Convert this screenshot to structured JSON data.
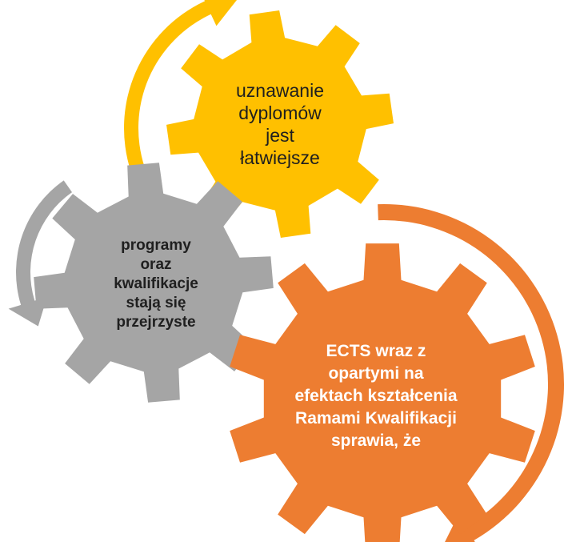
{
  "colors": {
    "yellow": "#FFC000",
    "gray": "#A5A5A5",
    "orange": "#ED7D31",
    "dark_text": "#1F1F1F",
    "light_text": "#FFFFFF"
  },
  "gears": {
    "yellow": {
      "color_key": "yellow",
      "lines": [
        "uznawanie",
        "dyplomów",
        "jest",
        "łatwiejsze"
      ]
    },
    "gray": {
      "color_key": "gray",
      "lines": [
        "programy",
        "oraz",
        "kwalifikacje",
        "stają się",
        "przejrzyste"
      ]
    },
    "orange": {
      "color_key": "orange",
      "lines": [
        "ECTS wraz z",
        "opartymi na",
        "efektach kształcenia",
        "Ramami Kwalifikacji",
        "sprawia, że"
      ]
    }
  },
  "arrows": [
    {
      "color_key": "yellow",
      "direction": "up"
    },
    {
      "color_key": "gray",
      "direction": "down-left"
    },
    {
      "color_key": "orange",
      "direction": "down-right"
    }
  ]
}
